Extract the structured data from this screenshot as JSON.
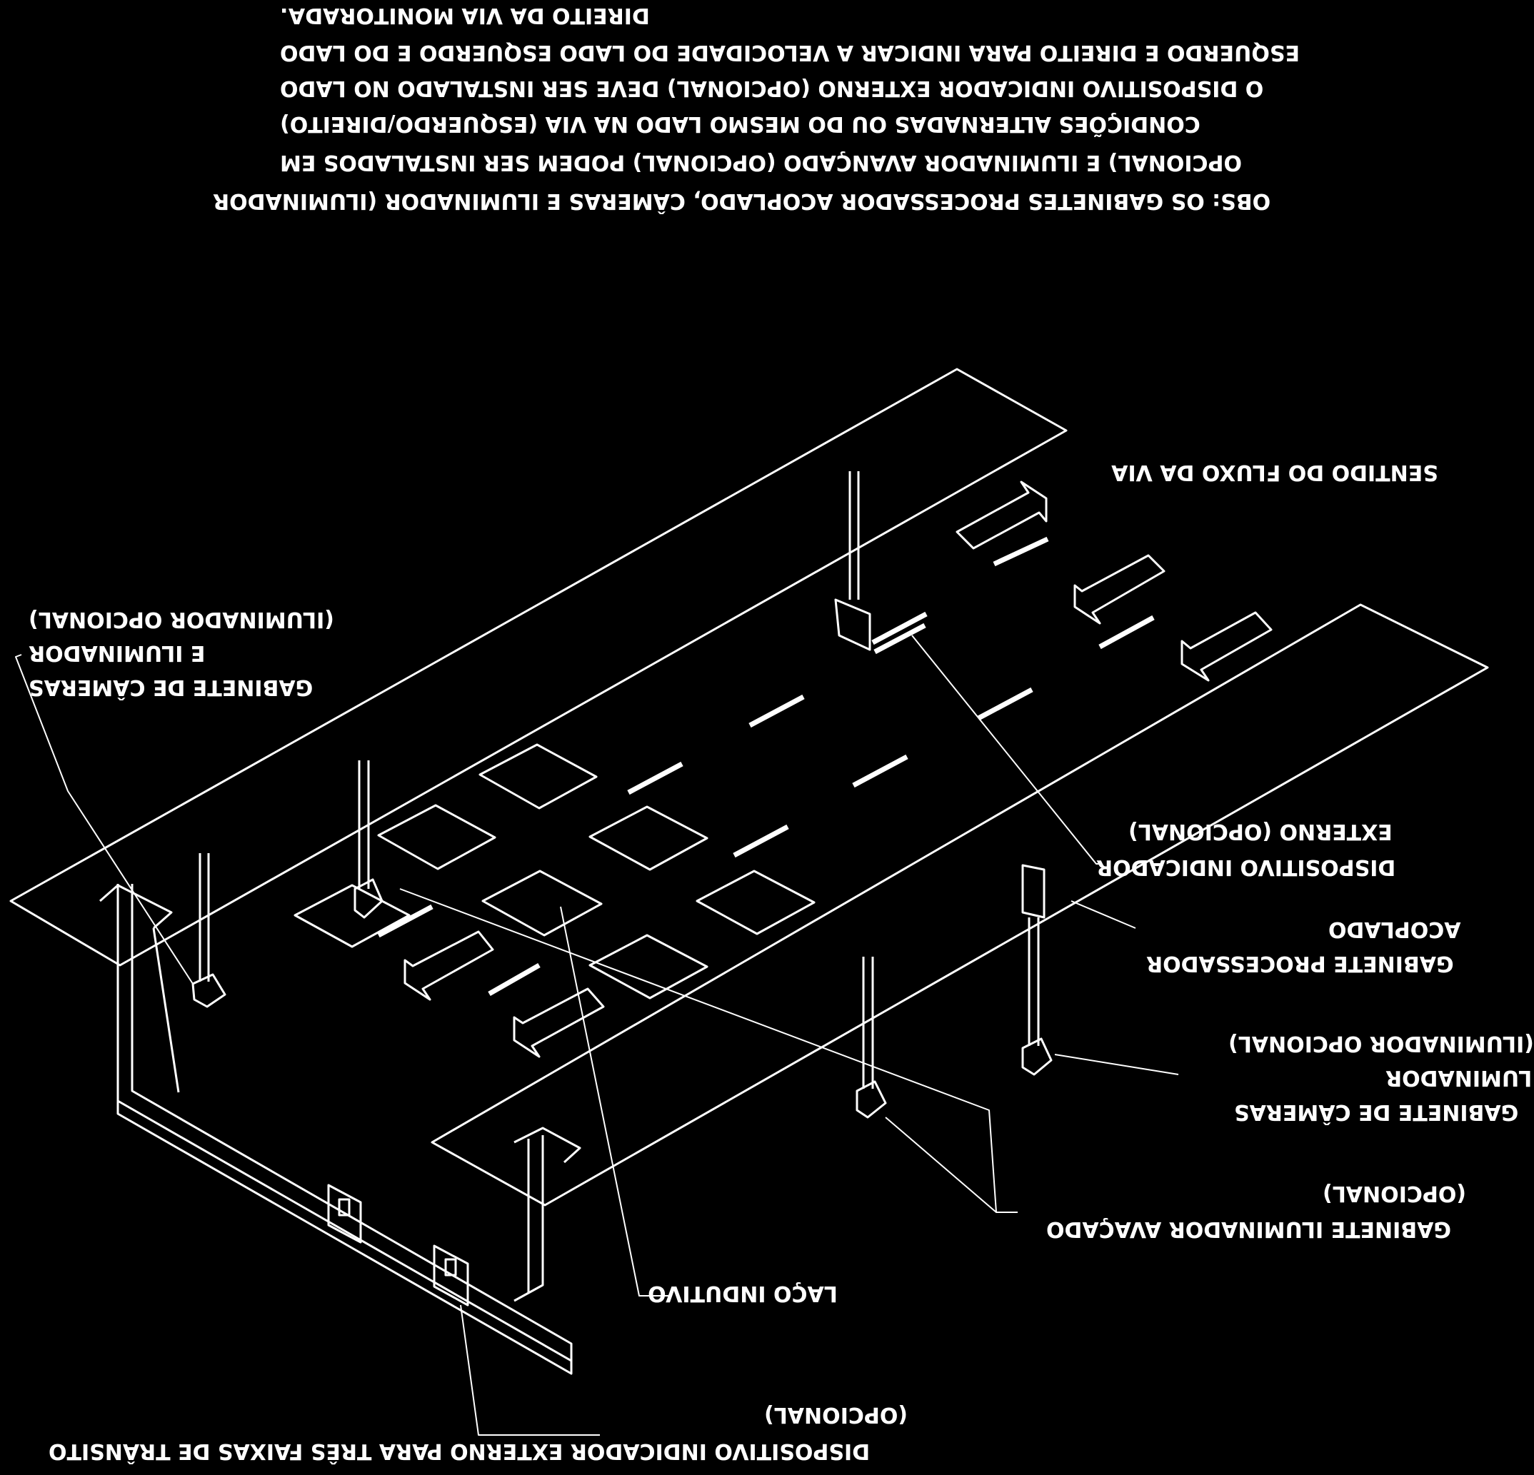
{
  "notes": [
    "OBS: OS GABINETES  PROCESSADOR ACOPLADO, CÂMERAS  E ILUMINADOR (ILUMINADOR",
    "OPCIONAL) E ILUMINADOR AVANÇADO (OPCIONAL) PODEM SER INSTALADOS EM",
    "CONDIÇÕES ALTERNADAS OU DO MESMO LADO NA VIA (ESQUERDO/DIREITO)",
    "O DISPOSITIVO INDICADOR  EXTERNO (OPCIONAL) DEVE SER INSTALADO NO LADO",
    "ESQUERDO E DIREITO PARA INDICAR A VELOCIDADE DO LADO ESQUERDO E DO LADO",
    "DIREITO DA VIA MONITORADA."
  ],
  "labels": {
    "flow": "SENTIDO DO FLUXO DA VIA",
    "cam_left": [
      "GABINETE DE CÂMERAS",
      "E ILUMINADOR",
      "(ILUMINADOR OPCIONAL)"
    ],
    "cam_right": [
      "GABINETE DE CÂMERAS",
      "E ILUMINADOR",
      "(ILUMINADOR OPCIONAL)"
    ],
    "indicator_ext": [
      "DISPOSITIVO INDICADOR",
      "EXTERNO (OPCIONAL)"
    ],
    "processor": [
      "GABINETE PROCESSADOR",
      "ACOPLADO"
    ],
    "illuminator_adv": [
      "GABINETE ILUMINADOR AVAÇADO",
      "(OPCIONAL)"
    ],
    "loop": "LAÇO INDUTIVO",
    "indicator_three": [
      "DISPOSITIVO INDICADOR EXTERNO PARA TRÊS FAIXAS DE TRÂNSITO",
      "(OPCIONAL)"
    ]
  },
  "colors": {
    "background": "#000000",
    "ink": "#ffffff"
  }
}
